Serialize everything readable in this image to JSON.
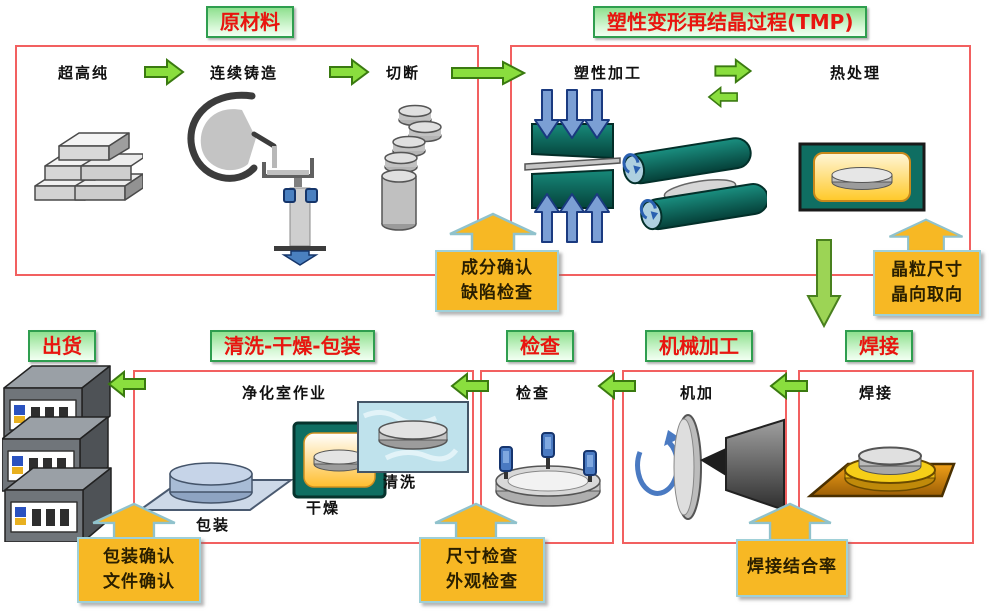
{
  "section_titles": {
    "raw_materials": "原材料",
    "tmp_process": "塑性变形再结晶过程(TMP)",
    "shipping": "出货",
    "clean_dry_pack": "清洗-干燥-包装",
    "inspection": "检查",
    "machining": "机械加工",
    "welding": "焊接"
  },
  "step_labels": {
    "ultra_high_purity": "超高纯",
    "continuous_casting": "连续铸造",
    "cutting": "切断",
    "plastic_working": "塑性加工",
    "heat_treatment": "热处理",
    "cleanroom_operation": "净化室作业",
    "packaging": "包装",
    "drying": "干燥",
    "cleaning": "清洗",
    "inspection": "检查",
    "machining": "机加",
    "welding": "焊接"
  },
  "callouts": {
    "composition": {
      "line1": "成分确认",
      "line2": "缺陷检查"
    },
    "grain": {
      "line1": "晶粒尺寸",
      "line2": "晶向取向"
    },
    "packaging": {
      "line1": "包装确认",
      "line2": "文件确认"
    },
    "dimension": {
      "line1": "尺寸检查",
      "line2": "外观检查"
    },
    "bond_rate": {
      "line1": "焊接结合率"
    }
  },
  "colors": {
    "title_text": "#e8150f",
    "title_border": "#2f9e4f",
    "process_box_border": "#f26060",
    "callout_bg": "#f7b824",
    "callout_border": "#9fd0d8",
    "flow_arrow_green": "#8ade3e",
    "equipment_teal": "#0f6e62",
    "furnace_yellow": "#ffc928"
  }
}
